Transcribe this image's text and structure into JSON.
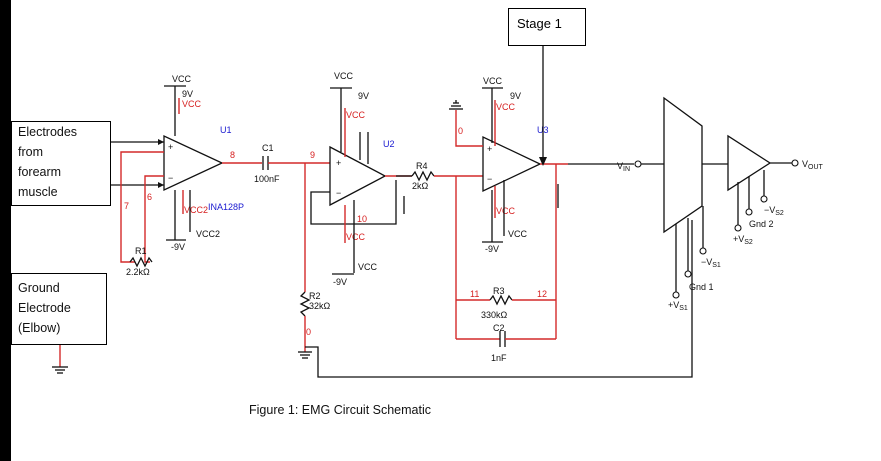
{
  "boxes": {
    "electrodes": [
      "Electrodes",
      "from",
      "forearm",
      "muscle"
    ],
    "ground": [
      "Ground",
      "Electrode",
      "(Elbow)"
    ],
    "stage": "Stage 1"
  },
  "caption": "Figure 1: EMG Circuit Schematic",
  "u1": {
    "ref": "U1",
    "part": "INA128P",
    "vcc_top": "VCC",
    "v_top": "9V",
    "vcc_top2": "VCC",
    "vcc2": "VCC2",
    "vcc2b": "VCC2",
    "v_bot": "-9V",
    "pin7": "7",
    "pin6": "6",
    "pin8": "8"
  },
  "r1": {
    "ref": "R1",
    "value": "2.2kΩ"
  },
  "c1": {
    "ref": "C1",
    "value": "100nF"
  },
  "u2": {
    "ref": "U2",
    "vcc_top": "VCC",
    "v_top": "9V",
    "vcc_top2": "VCC",
    "pin10": "10",
    "vcc_bot": "VCC",
    "vcc_gnd": "VCC",
    "v_bot": "-9V",
    "pin9": "9"
  },
  "r2": {
    "ref": "R2",
    "value": "32kΩ",
    "node": "0"
  },
  "r4": {
    "ref": "R4",
    "value": "2kΩ"
  },
  "u3": {
    "ref": "U3",
    "vcc_top": "VCC",
    "v_top": "9V",
    "vcc_top2": "VCC",
    "vcc_mid": "VCC",
    "vcc_bot": "VCC",
    "v_bot": "-9V",
    "node0": "0"
  },
  "r3": {
    "ref": "R3",
    "value": "330kΩ",
    "pin11": "11",
    "pin12": "12"
  },
  "c2": {
    "ref": "C2",
    "value": "1nF"
  },
  "adc": {
    "vin": "V",
    "vin_sub": "IN",
    "neg": "−V",
    "neg_sub": "S1",
    "gnd": "Gnd 1",
    "pos": "+V",
    "pos_sub": "S1"
  },
  "amp2": {
    "vout": "V",
    "vout_sub": "OUT",
    "neg": "−V",
    "neg_sub": "S2",
    "gnd": "Gnd 2",
    "pos": "+V",
    "pos_sub": "S2"
  }
}
